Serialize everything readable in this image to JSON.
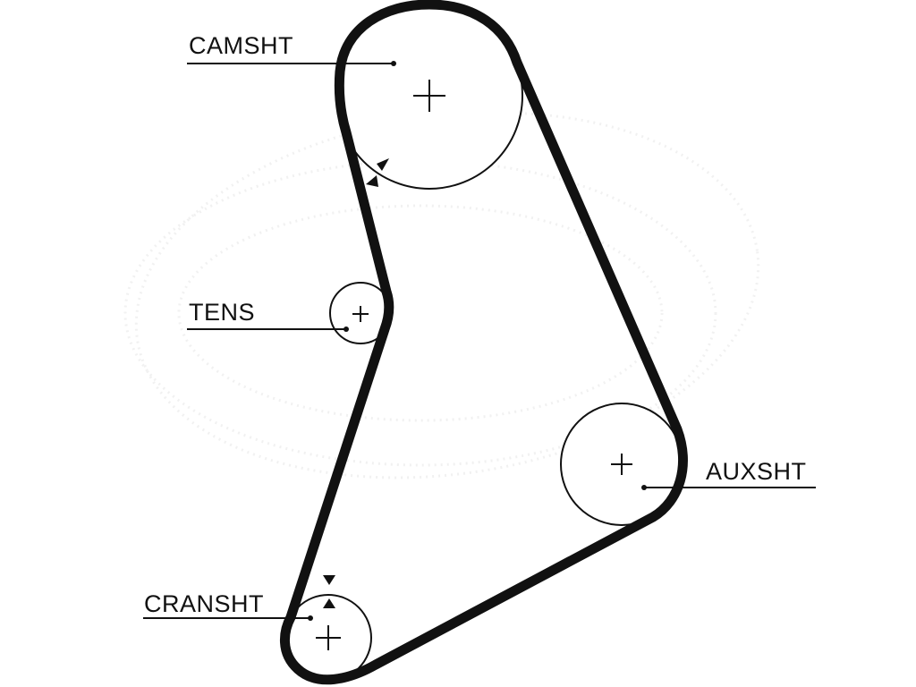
{
  "labels": {
    "camshaft": "CAMSHT",
    "tensioner": "TENS",
    "auxiliary": "AUXSHT",
    "crankshaft": "CRANSHT"
  },
  "colors": {
    "belt": "#111111",
    "background": "#ffffff"
  }
}
